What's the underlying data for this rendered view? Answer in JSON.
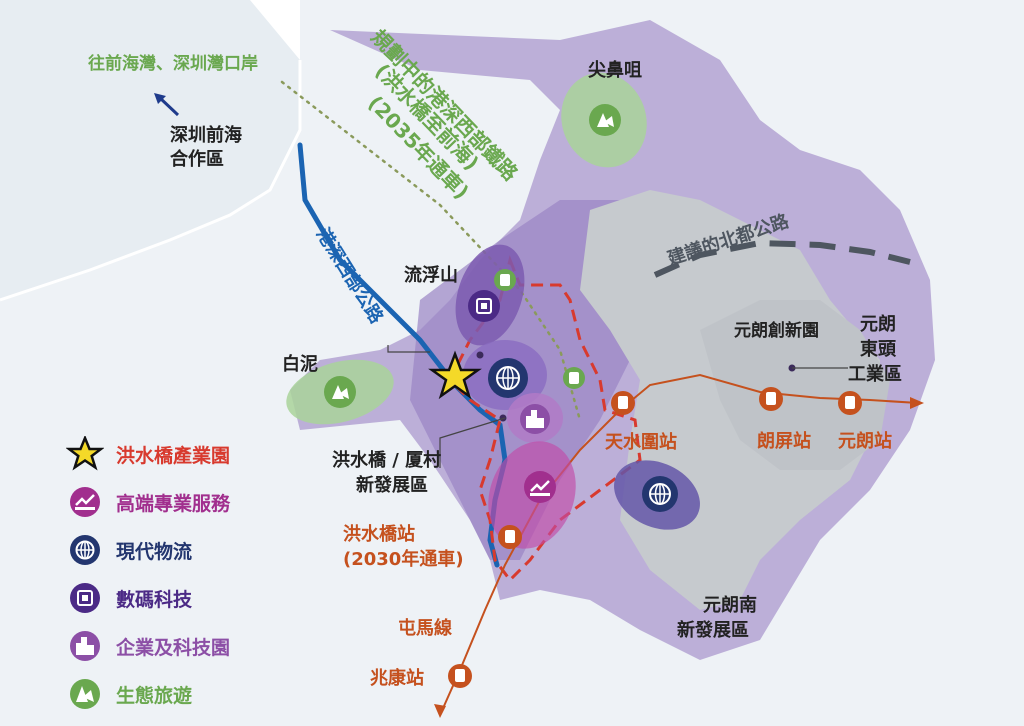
{
  "colors": {
    "purple_region": "#a996cc",
    "purple_dark": "#7f68b5",
    "grey_land": "#c9cdd2",
    "light_land": "#e7edf2",
    "road_blue": "#1b64b2",
    "rail_orange": "#c5511e",
    "boundary_red": "#d83a2e",
    "green_label": "#6aa84f",
    "green_blob": "#a9d49a",
    "magenta": "#a12f8e",
    "navy": "#23366f",
    "dark_purple": "#4b2a86",
    "mid_purple": "#8c4fa6",
    "dash_grey": "#4e5660",
    "text_dark": "#222222",
    "text_orange": "#c5511e"
  },
  "labels": {
    "qianhai_bay": "往前海灣、深圳灣口岸",
    "shenzhen_qianhai_line1": "深圳前海",
    "shenzhen_qianhai_line2": "合作區",
    "planned_rail_line1": "規劃中的港深西部鐵路",
    "planned_rail_line2": "(洪水橋至前海)",
    "planned_rail_line3": "(2035年通車)",
    "tsim_bei_tsui": "尖鼻咀",
    "northern_metro_highway": "建議的北都公路",
    "lau_fau_shan": "流浮山",
    "western_corridor": "港深西部公路",
    "pak_nai": "白泥",
    "yuen_long_innopark": "元朗創新園",
    "yuen_long_tung_tau_line1": "元朗",
    "yuen_long_tung_tau_line2": "東頭",
    "yuen_long_tung_tau_line3": "工業區",
    "tin_shui_wai_station": "天水圍站",
    "long_ping_station": "朗屏站",
    "yuen_long_station": "元朗站",
    "hsk_ha_tsuen_line1": "洪水橋 / 厦村",
    "hsk_ha_tsuen_line2": "新發展區",
    "hsk_station_line1": "洪水橋站",
    "hsk_station_line2": "(2030年通車)",
    "yuen_long_south_line1": "元朗南",
    "yuen_long_south_line2": "新發展區",
    "tuen_ma_line": "屯馬線",
    "siu_hong_station": "兆康站"
  },
  "legend": [
    {
      "icon": "star-icon",
      "label": "洪水橋產業園",
      "color": "#d83a2e"
    },
    {
      "icon": "business-services-icon",
      "label": "高端專業服務",
      "color": "#a12f8e"
    },
    {
      "icon": "globe-logistics-icon",
      "label": "現代物流",
      "color": "#23366f"
    },
    {
      "icon": "digital-tech-icon",
      "label": "數碼科技",
      "color": "#4b2a86"
    },
    {
      "icon": "enterprise-park-icon",
      "label": "企業及科技園",
      "color": "#8c4fa6"
    },
    {
      "icon": "eco-tourism-icon",
      "label": "生態旅遊",
      "color": "#6aa84f"
    }
  ]
}
